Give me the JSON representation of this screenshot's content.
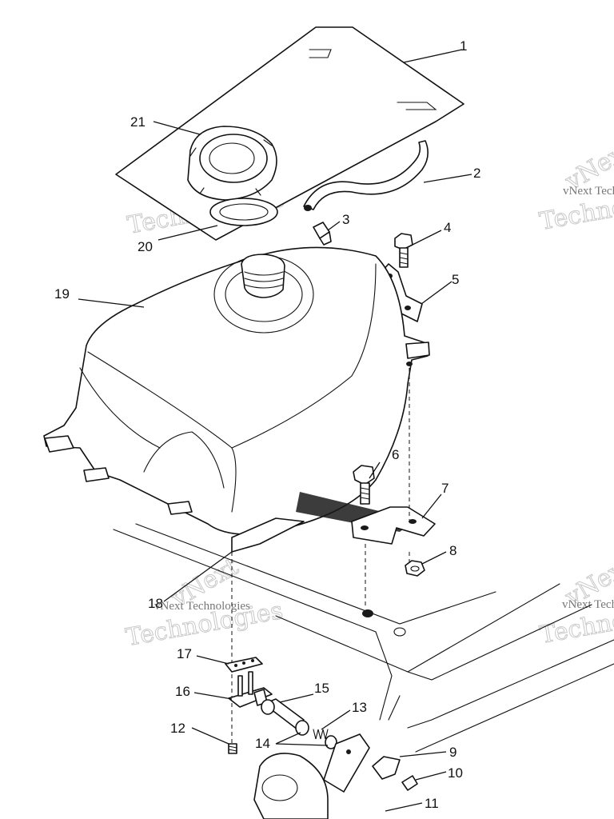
{
  "callouts": {
    "c1": "1",
    "c2": "2",
    "c3": "3",
    "c4": "4",
    "c5": "5",
    "c6": "6",
    "c7": "7",
    "c8": "8",
    "c9": "9",
    "c10": "10",
    "c11": "11",
    "c12": "12",
    "c13": "13",
    "c14": "14",
    "c15": "15",
    "c16": "16",
    "c17": "17",
    "c18": "18",
    "c19": "19",
    "c20": "20",
    "c21": "21"
  },
  "watermark": {
    "line1": "vNext Technologies",
    "line2": "Technologies",
    "line3": "vNext"
  }
}
